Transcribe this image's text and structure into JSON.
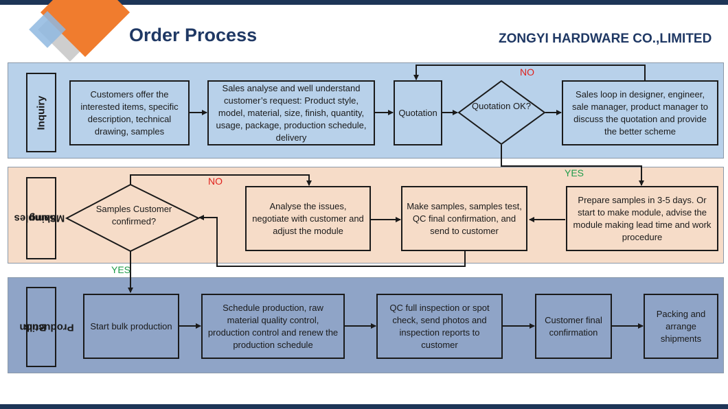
{
  "header": {
    "title": "Order Process",
    "company": "ZONGYI HARDWARE CO.,LIMITED"
  },
  "colors": {
    "navy": "#1d3557",
    "inquiry_band": "#b8d1ea",
    "samples_band": "#f6dcc8",
    "production_band": "#8fa4c7",
    "no_label": "#e0201b",
    "yes_label": "#1f9c4a"
  },
  "lanes": {
    "inquiry": {
      "label": "Inquiry",
      "step1": "Customers offer the interested items, specific description, technical drawing, samples",
      "step2": "Sales analyse and well understand customer’s request: Product style, model, material, size, finish, quantity, usage, package, production schedule, delivery",
      "step3": "Quotation",
      "decision": "Quotation OK?",
      "loop": "Sales loop in designer, engineer, sale manager, product manager to discuss the quotation and provide the better scheme",
      "no_label": "NO",
      "yes_label": "YES"
    },
    "samples": {
      "label_line1": "Samples",
      "label_line2": "Making",
      "prepare": "Prepare samples in 3-5 days. Or start to make module, advise the module making lead time and work procedure",
      "make": "Make samples, samples test, QC final confirmation, and send to customer",
      "analyse": "Analyse the issues, negotiate with customer and adjust the module",
      "decision": "Samples Customer confirmed?",
      "no_label": "NO",
      "yes_label": "YES"
    },
    "production": {
      "label_line1": "Bulk",
      "label_line2": "Production",
      "step1": "Start bulk production",
      "step2": "Schedule production, raw material quality control, production control and renew the production schedule",
      "step3": "QC full inspection or spot check, send photos and inspection reports to customer",
      "step4": "Customer final confirmation",
      "step5": "Packing and arrange shipments"
    }
  }
}
